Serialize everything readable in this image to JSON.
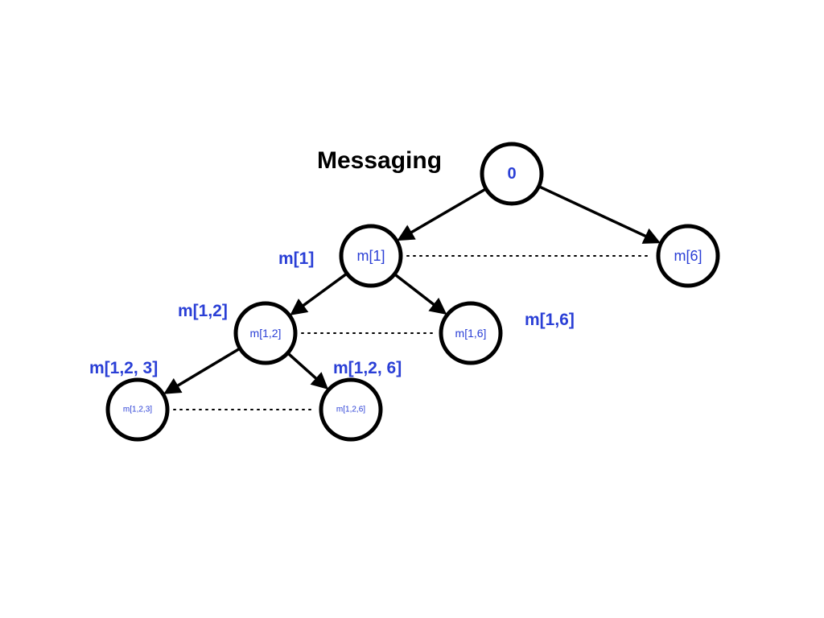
{
  "title": "Messaging",
  "colors": {
    "label": "#2a3fd6",
    "stroke": "#000000",
    "background": "#ffffff"
  },
  "nodes": [
    {
      "id": "root",
      "label": "0"
    },
    {
      "id": "m1",
      "label": "m[1]"
    },
    {
      "id": "m6",
      "label": "m[6]"
    },
    {
      "id": "m12",
      "label": "m[1,2]"
    },
    {
      "id": "m16",
      "label": "m[1,6]"
    },
    {
      "id": "m123",
      "label": "m[1,2,3]"
    },
    {
      "id": "m126",
      "label": "m[1,2,6]"
    }
  ],
  "edges": [
    {
      "from": "root",
      "to": "m1"
    },
    {
      "from": "root",
      "to": "m6"
    },
    {
      "from": "m1",
      "to": "m12"
    },
    {
      "from": "m1",
      "to": "m16"
    },
    {
      "from": "m12",
      "to": "m123"
    },
    {
      "from": "m12",
      "to": "m126"
    }
  ],
  "links": [
    {
      "from": "m1",
      "to": "m6"
    },
    {
      "from": "m12",
      "to": "m16"
    },
    {
      "from": "m123",
      "to": "m126"
    }
  ],
  "side_labels": [
    {
      "id": "lbl-m1",
      "text": "m[1]"
    },
    {
      "id": "lbl-m12",
      "text": "m[1,2]"
    },
    {
      "id": "lbl-m16",
      "text": "m[1,6]"
    },
    {
      "id": "lbl-m123",
      "text": "m[1,2, 3]"
    },
    {
      "id": "lbl-m126",
      "text": "m[1,2, 6]"
    }
  ]
}
